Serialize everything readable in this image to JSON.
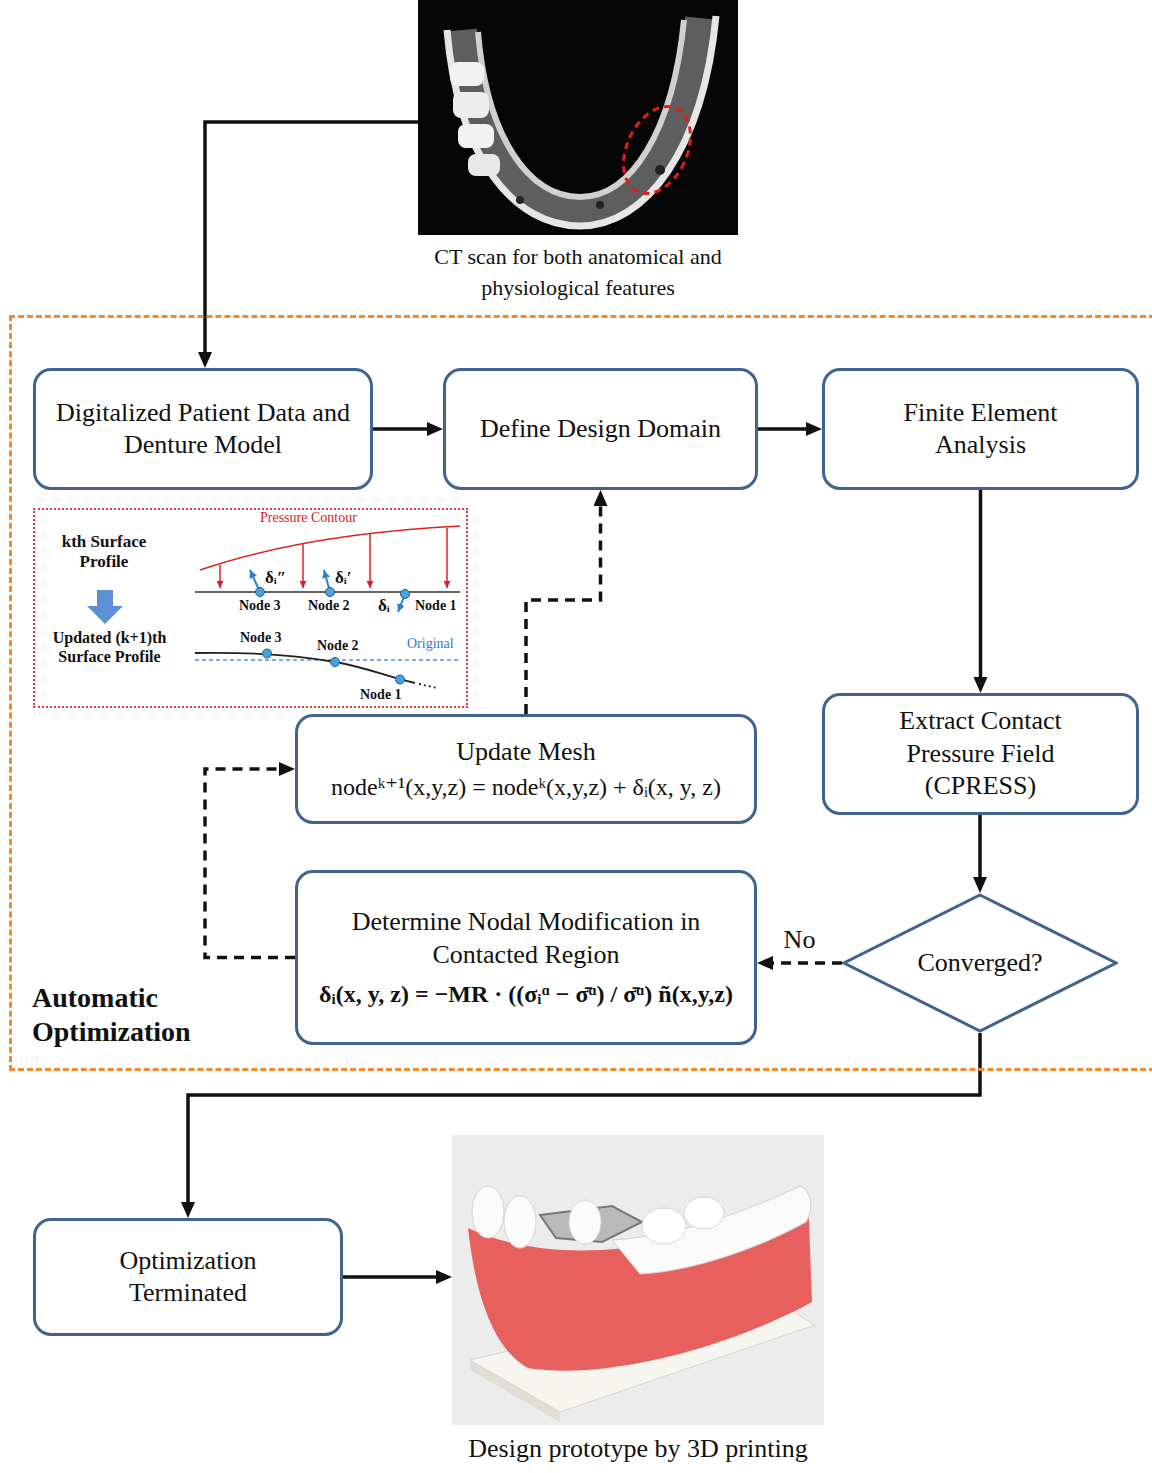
{
  "diagram": {
    "nodes": [
      {
        "text": [
          "CT scan for both anatomical and physiological features"
        ]
      },
      {
        "text": [
          "Automatic Optimization"
        ]
      },
      {
        "text": [
          "Digitalized Patient Data and Denture Model"
        ],
        "in": 1
      },
      {
        "text": [
          "Define Design Domain"
        ],
        "in": 1
      },
      {
        "text": [
          "Finite Element Analysis"
        ],
        "in": 1
      },
      {
        "text": [
          "Pressure Contour",
          "kth Surface Profile",
          "δᵢ″",
          "δᵢ′",
          "Node 3",
          "Node 2",
          "δᵢ",
          "Node 1",
          "Updated (k+1)th Surface Profile",
          "Node 3",
          "Node 2",
          "Original",
          "Node 1"
        ],
        "in": 1
      },
      {
        "text": [
          "Update Mesh",
          "nodeᵏ⁺¹(x,y,z) = nodeᵏ(x,y,z) + δᵢ(x, y, z)"
        ],
        "in": 1
      },
      {
        "text": [
          "Extract Contact Pressure Field (CPRESS)"
        ],
        "in": 1
      },
      {
        "text": [
          "Determine Nodal Modification in Contacted Region",
          "δᵢ(x, y, z) = −MR · ((σᵢᵅ − σ̄ᵅ) / σ̄ᵅ) ñ(x,y,z)"
        ],
        "in": 1
      },
      {
        "text": [
          "Converged?"
        ],
        "in": 1
      },
      {
        "text": [
          "Optimization Terminated"
        ]
      },
      {
        "text": [
          "Design prototype by 3D printing"
        ]
      }
    ],
    "edges": [
      {
        "from": 0,
        "to": 2,
        "arrow": "to"
      },
      {
        "from": 2,
        "to": 3,
        "arrow": "to"
      },
      {
        "from": 3,
        "to": 4,
        "arrow": "to"
      },
      {
        "from": 4,
        "to": 7,
        "arrow": "to"
      },
      {
        "from": 7,
        "to": 9,
        "arrow": "to"
      },
      {
        "from": 9,
        "to": 8,
        "arrow": "to",
        "label": "No"
      },
      {
        "from": 8,
        "to": 6,
        "arrow": "to"
      },
      {
        "from": 6,
        "to": 3,
        "arrow": "to"
      },
      {
        "from": 9,
        "to": 10,
        "arrow": "to"
      },
      {
        "from": 10,
        "to": 11,
        "arrow": "to"
      }
    ]
  }
}
